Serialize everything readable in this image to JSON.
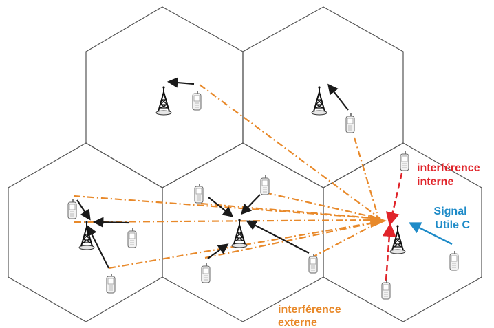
{
  "labels": {
    "interne_line1": "interférence",
    "interne_line2": "interne",
    "signal_line1": "Signal",
    "signal_line2": "Utile C",
    "externe_line1": "interférence",
    "externe_line2": "externe"
  },
  "colors": {
    "interference_externe": "#E8892A",
    "interference_interne": "#E0242A",
    "signal_utile": "#1E8BC8",
    "uplink_arrow": "#1a1a1a",
    "cell_border": "#555555"
  },
  "icons": {
    "base_station": "antenna-tower-icon",
    "mobile": "mobile-phone-icon"
  }
}
